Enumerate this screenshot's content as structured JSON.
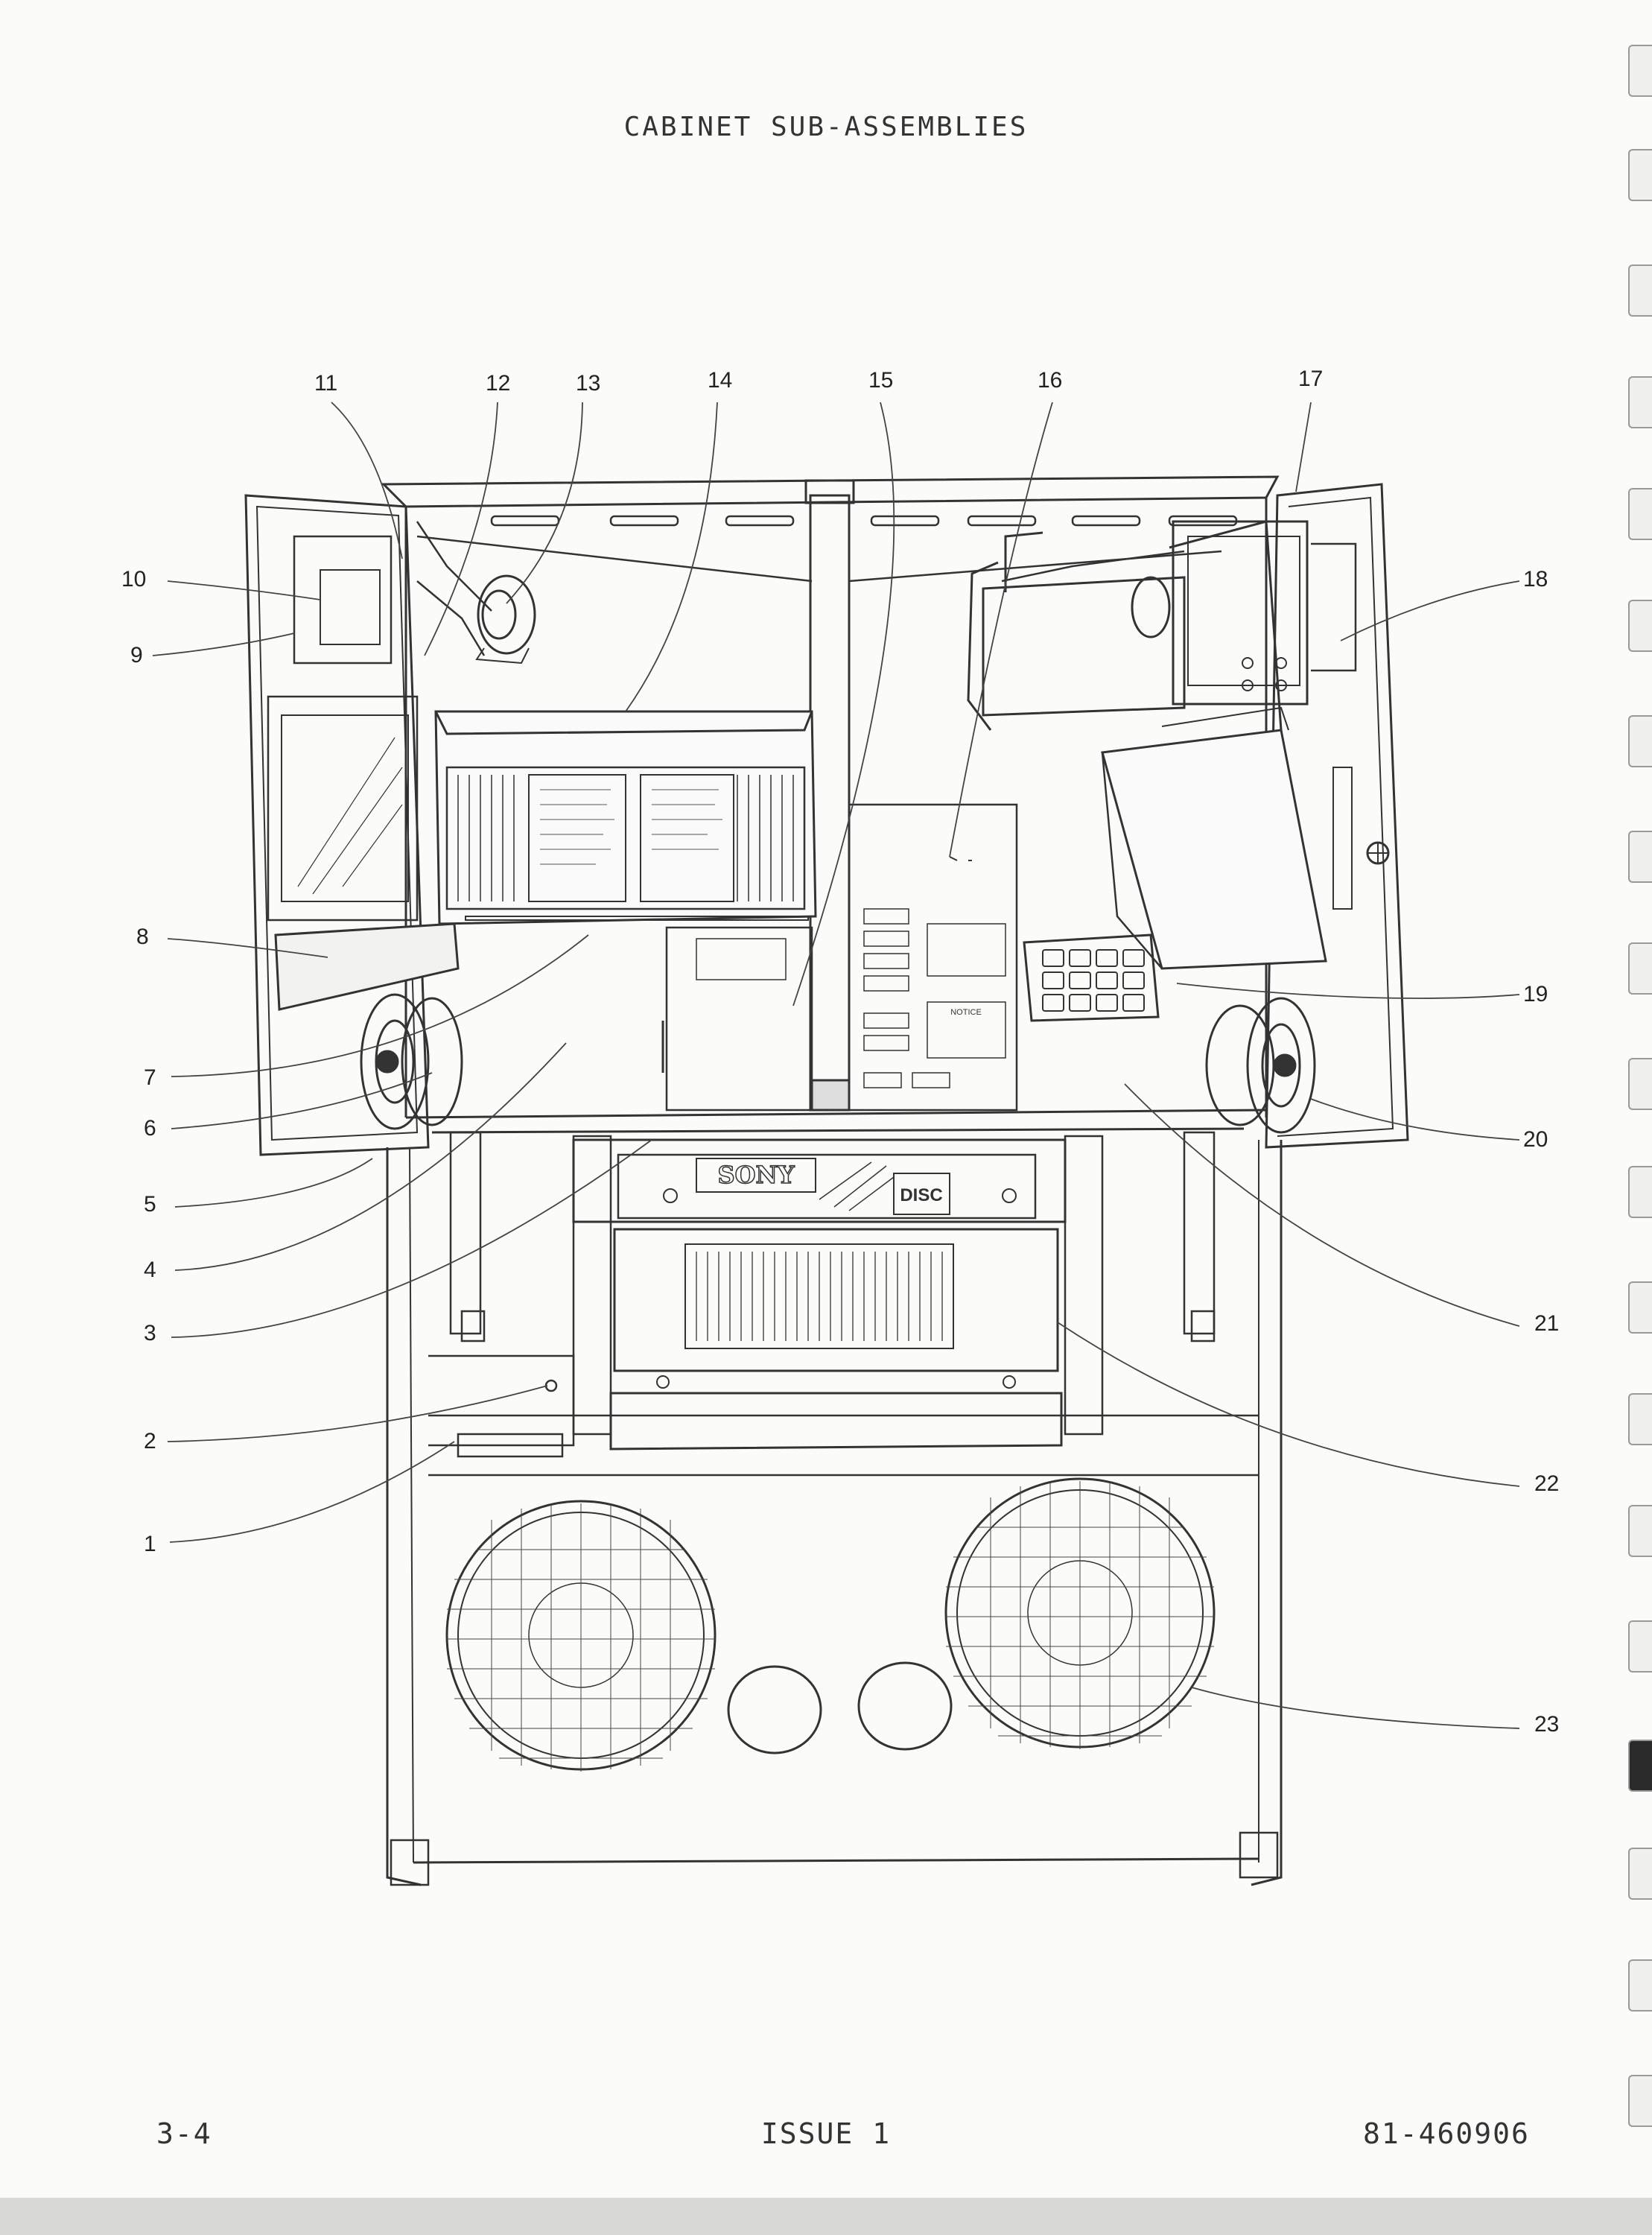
{
  "title": "CABINET SUB-ASSEMBLIES",
  "footer": {
    "left": "3-4",
    "center": "ISSUE 1",
    "right": "81-460906"
  },
  "diagram": {
    "brand_label": "SONY",
    "disc_label": "DISC",
    "notice_label": "NOTICE"
  },
  "callouts": [
    "1",
    "2",
    "3",
    "4",
    "5",
    "6",
    "7",
    "8",
    "9",
    "10",
    "11",
    "12",
    "13",
    "14",
    "15",
    "16",
    "17",
    "18",
    "19",
    "20",
    "21",
    "22",
    "23"
  ]
}
